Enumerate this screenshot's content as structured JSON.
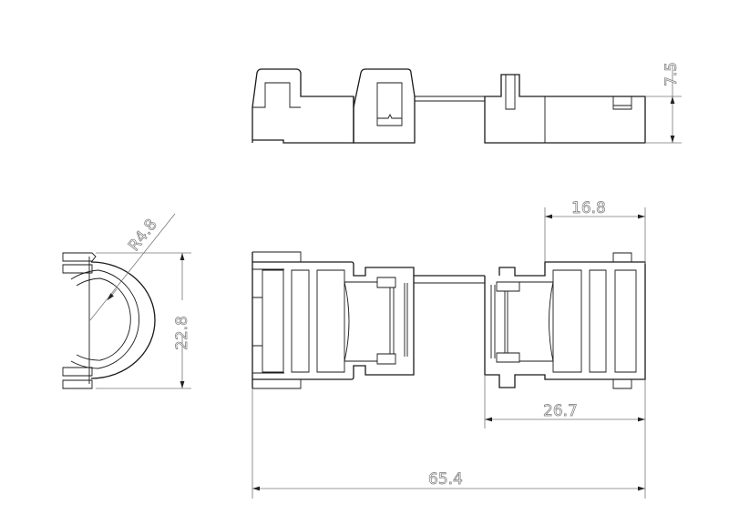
{
  "drawing": {
    "dimensions": {
      "top_height": "7.5",
      "plan_end_width": "16.8",
      "side_height": "22.8",
      "side_radius": "R4.8",
      "plan_half_length": "26.7",
      "plan_total_length": "65.4"
    }
  }
}
